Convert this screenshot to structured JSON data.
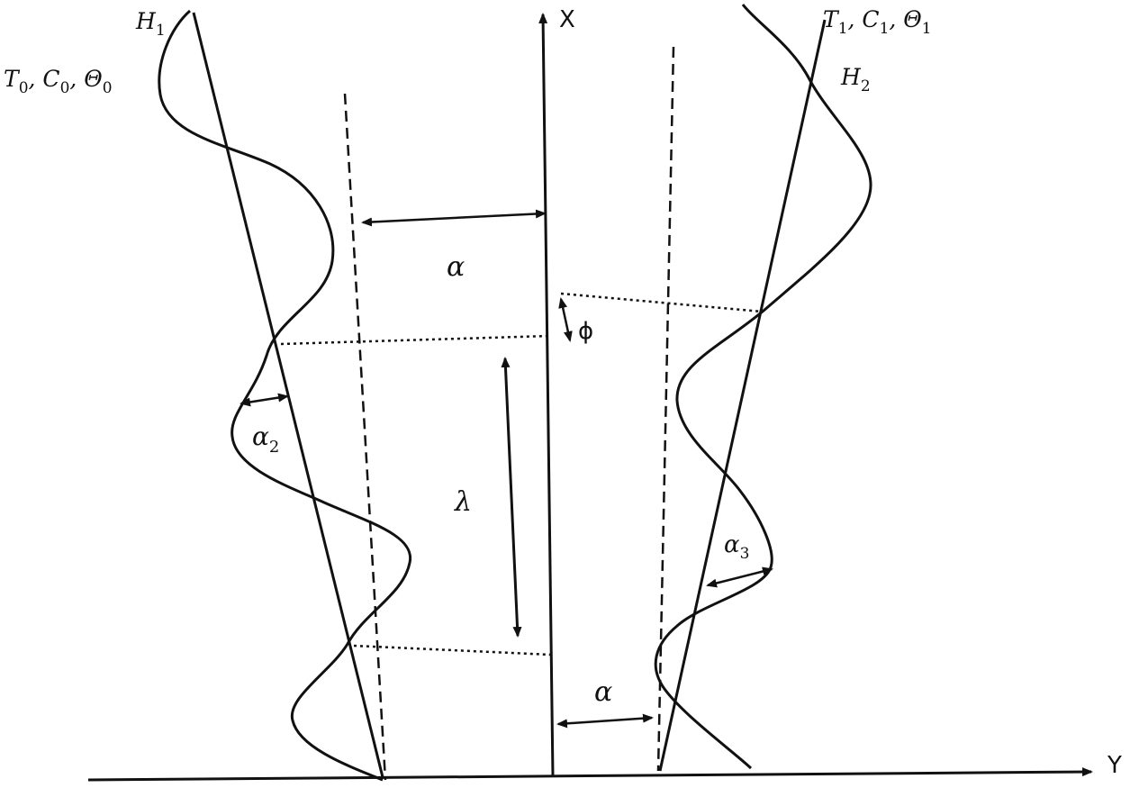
{
  "labels": {
    "axis_x": "X",
    "axis_y": "Y",
    "left_wall": {
      "base": "H",
      "sub": "1"
    },
    "right_wall": {
      "base": "H",
      "sub": "2"
    },
    "left_conditions": {
      "T": "T",
      "T_sub": "0",
      "C": "C",
      "C_sub": "0",
      "Theta": "Θ",
      "Theta_sub": "0",
      "sep": ", "
    },
    "right_conditions": {
      "T": "T",
      "T_sub": "1",
      "C": "C",
      "C_sub": "1",
      "Theta": "Θ",
      "Theta_sub": "1",
      "sep": ", "
    },
    "alpha_top": "α",
    "alpha_bottom": "α",
    "alpha2": {
      "base": "α",
      "sub": "2"
    },
    "alpha3": {
      "base": "α",
      "sub": "3"
    },
    "phase": "ϕ",
    "wavelength": "λ"
  },
  "colors": {
    "stroke": "#111111",
    "background": "#ffffff"
  }
}
